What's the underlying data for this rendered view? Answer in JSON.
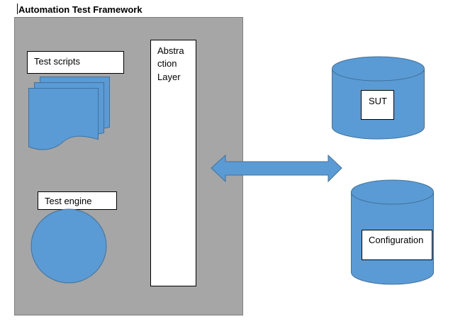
{
  "title": "Automation Test Framework",
  "framework": {
    "test_scripts_label": "Test scripts",
    "test_engine_label": "Test engine",
    "abstraction_layer_lines": [
      "Abstra",
      "ction",
      "Layer"
    ]
  },
  "external": {
    "sut_label": "SUT",
    "configuration_label": "Configuration"
  },
  "colors": {
    "framework_fill": "#a6a6a6",
    "shape_fill": "#5b9bd5",
    "shape_stroke": "#41719c",
    "box_fill": "#ffffff",
    "text": "#000000"
  },
  "icons": {
    "arrow": "double-headed-arrow-icon",
    "database": "database-cylinder-icon",
    "documents": "multi-document-icon",
    "engine": "circle-icon"
  }
}
